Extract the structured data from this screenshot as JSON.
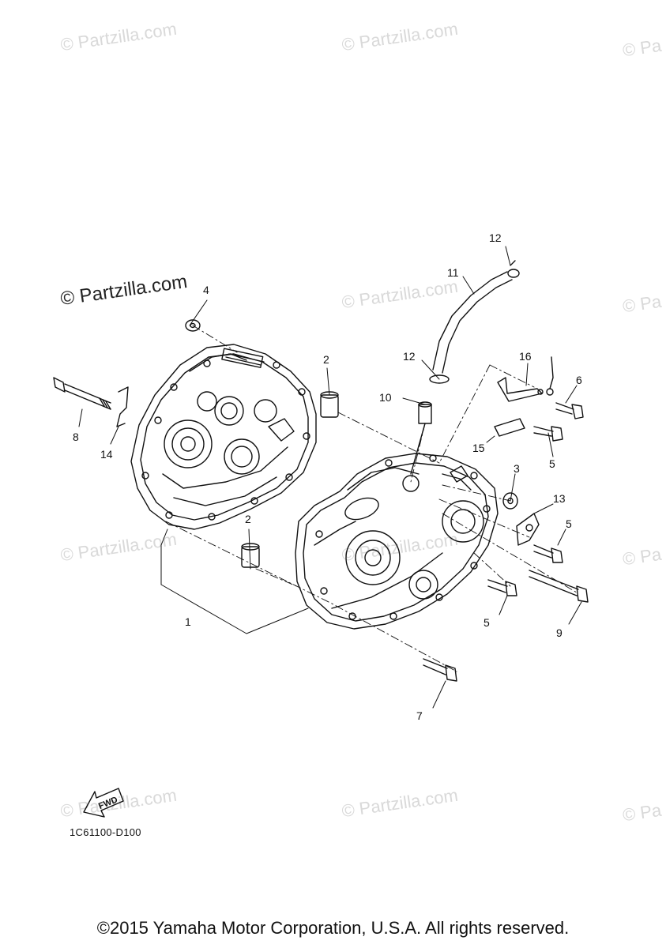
{
  "watermarks": [
    {
      "text": "© Partzilla.com"
    },
    {
      "text": "© Partzilla.com"
    },
    {
      "text": "© Pa"
    },
    {
      "text": "© Partzilla.com"
    },
    {
      "text": "© Partzilla.com"
    },
    {
      "text": "© Pa"
    },
    {
      "text": "© Partzilla.com"
    },
    {
      "text": "© Partzilla.com"
    },
    {
      "text": "© Pa"
    },
    {
      "text": "© Partzilla.com"
    },
    {
      "text": "© Partzilla.com"
    },
    {
      "text": "© Pa"
    }
  ],
  "callouts": [
    "1",
    "2",
    "2",
    "3",
    "4",
    "5",
    "5",
    "5",
    "6",
    "7",
    "8",
    "9",
    "10",
    "11",
    "12",
    "12",
    "13",
    "14",
    "15",
    "16"
  ],
  "fwd_label": "FWD",
  "diagram_code": "1C61100-D100",
  "copyright": "©2015 Yamaha Motor Corporation, U.S.A. All rights reserved.",
  "colors": {
    "line": "#111111",
    "watermark": "#d9d9d9",
    "background": "#ffffff"
  }
}
